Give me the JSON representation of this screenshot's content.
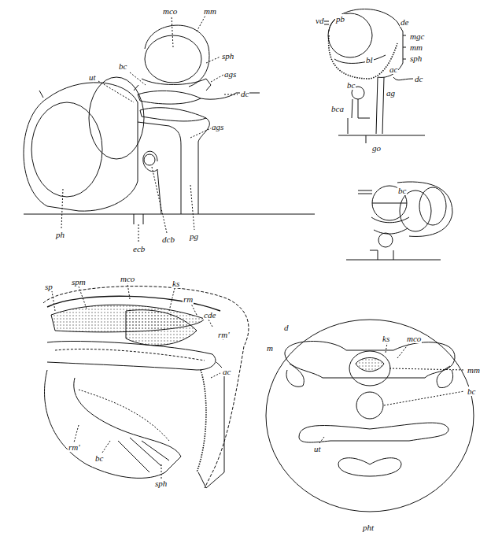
{
  "diagram": {
    "labels": [
      "ut",
      "bc",
      "mco",
      "mm",
      "sph",
      "ags",
      "dc",
      "ags",
      "ph",
      "ecb",
      "dcb",
      "pg",
      "vd",
      "pb",
      "de",
      "mgc",
      "mm",
      "sph",
      "bl",
      "ac",
      "dc",
      "bc",
      "ag",
      "bca",
      "go",
      "bc",
      "sp",
      "spm",
      "mco",
      "ks",
      "rm",
      "cde",
      "rm'",
      "ac",
      "rm'",
      "bc",
      "sph",
      "d",
      "m",
      "ks",
      "mco",
      "mm",
      "bc",
      "ut",
      "pht"
    ]
  }
}
